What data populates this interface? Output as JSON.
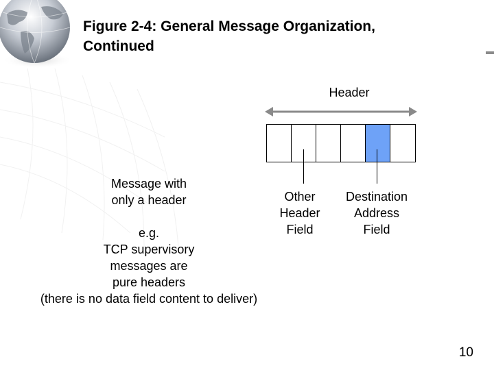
{
  "slide": {
    "title_line1": "Figure 2-4: General Message Organization,",
    "title_line2": "Continued",
    "page_number": "10"
  },
  "diagram": {
    "header_label": "Header",
    "field_count": 6,
    "highlighted_field_index": 4,
    "highlight_color": "#6ea2f7",
    "labels": {
      "other_line1": "Other",
      "other_line2": "Header",
      "other_line3": "Field",
      "dest_line1": "Destination",
      "dest_line2": "Address",
      "dest_line3": "Field"
    }
  },
  "caption": {
    "main_line1": "Message with",
    "main_line2": "only a header",
    "eg_line1": "e.g.",
    "eg_line2": "TCP supervisory",
    "eg_line3": "messages are",
    "eg_line4": "pure headers",
    "eg_line5": "(there is no data field content to deliver)"
  },
  "icons": {
    "logo": "globe-icon"
  }
}
